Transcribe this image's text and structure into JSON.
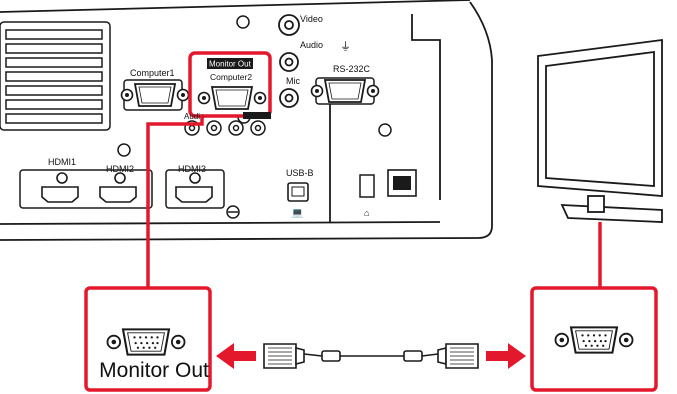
{
  "labels": {
    "video": "Video",
    "audio": "Audio",
    "mic": "Mic",
    "rs232c": "RS-232C",
    "computer1": "Computer1",
    "monitor_out_top": "Monitor Out",
    "computer2": "Computer2",
    "audio_small": "Audio",
    "hdmi1": "HDMI1",
    "hdmi2": "HDMI2",
    "hdmi3": "HDMI3",
    "usb_b": "USB-B",
    "monitor_out_bottom": "Monitor Out"
  },
  "colors": {
    "highlight": "#e3182d",
    "outline": "#1a1a1a",
    "panel": "#ffffff"
  }
}
